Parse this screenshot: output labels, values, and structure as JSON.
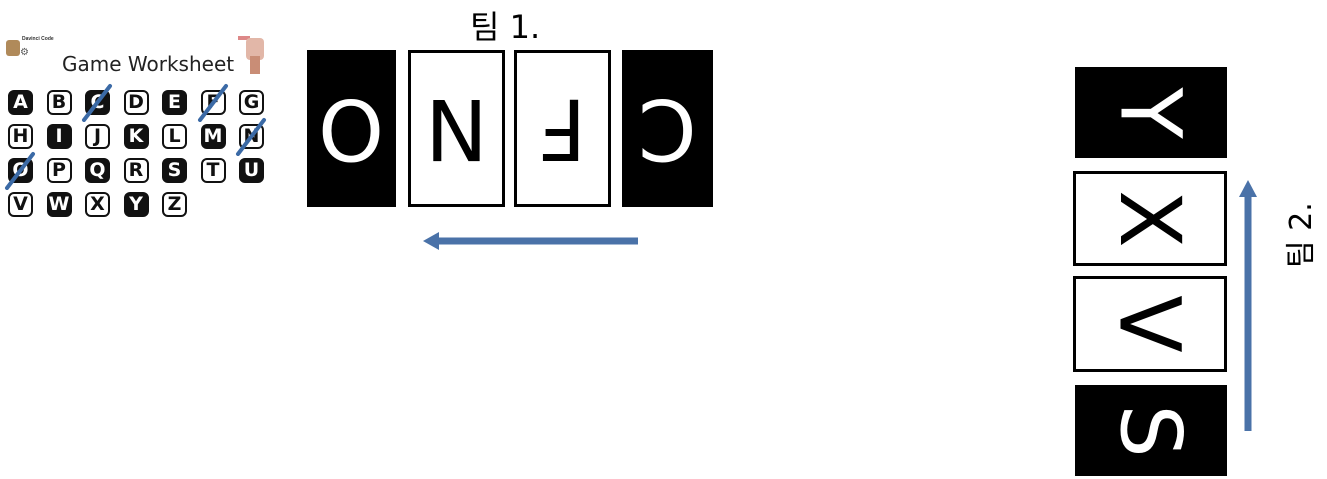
{
  "worksheet": {
    "logo_text": "Davinci Code",
    "title": "Game Worksheet",
    "rows": [
      [
        {
          "ch": "A",
          "style": "filled",
          "crossed": false
        },
        {
          "ch": "B",
          "style": "outline",
          "crossed": false
        },
        {
          "ch": "C",
          "style": "filled",
          "crossed": true
        },
        {
          "ch": "D",
          "style": "outline",
          "crossed": false
        },
        {
          "ch": "E",
          "style": "filled",
          "crossed": false
        },
        {
          "ch": "F",
          "style": "outline",
          "crossed": true
        },
        {
          "ch": "G",
          "style": "outline",
          "crossed": false
        }
      ],
      [
        {
          "ch": "H",
          "style": "outline",
          "crossed": false
        },
        {
          "ch": "I",
          "style": "filled",
          "crossed": false
        },
        {
          "ch": "J",
          "style": "outline",
          "crossed": false
        },
        {
          "ch": "K",
          "style": "filled",
          "crossed": false
        },
        {
          "ch": "L",
          "style": "outline",
          "crossed": false
        },
        {
          "ch": "M",
          "style": "filled",
          "crossed": false
        },
        {
          "ch": "N",
          "style": "outline",
          "crossed": true
        }
      ],
      [
        {
          "ch": "O",
          "style": "filled",
          "crossed": true
        },
        {
          "ch": "P",
          "style": "outline",
          "crossed": false
        },
        {
          "ch": "Q",
          "style": "filled",
          "crossed": false
        },
        {
          "ch": "R",
          "style": "outline",
          "crossed": false
        },
        {
          "ch": "S",
          "style": "filled",
          "crossed": false
        },
        {
          "ch": "T",
          "style": "outline",
          "crossed": false
        },
        {
          "ch": "U",
          "style": "filled",
          "crossed": false
        }
      ],
      [
        {
          "ch": "V",
          "style": "outline",
          "crossed": false
        },
        {
          "ch": "W",
          "style": "filled",
          "crossed": false
        },
        {
          "ch": "X",
          "style": "outline",
          "crossed": false
        },
        {
          "ch": "Y",
          "style": "filled",
          "crossed": false
        },
        {
          "ch": "Z",
          "style": "outline",
          "crossed": false
        }
      ]
    ],
    "cross_color": "#3b6aa6"
  },
  "team1": {
    "label": "팀 1.",
    "cards": [
      {
        "ch": "O",
        "style": "black"
      },
      {
        "ch": "N",
        "style": "white"
      },
      {
        "ch": "F",
        "style": "white"
      },
      {
        "ch": "C",
        "style": "black"
      }
    ],
    "arrow_direction": "left"
  },
  "team2": {
    "label": "팀 2.",
    "cards": [
      {
        "ch": "Y",
        "style": "black"
      },
      {
        "ch": "X",
        "style": "white"
      },
      {
        "ch": "V",
        "style": "white"
      },
      {
        "ch": "S",
        "style": "black"
      }
    ],
    "arrow_direction": "up"
  },
  "colors": {
    "arrow": "#4a72a8",
    "card_black": "#000000",
    "card_white": "#ffffff"
  }
}
